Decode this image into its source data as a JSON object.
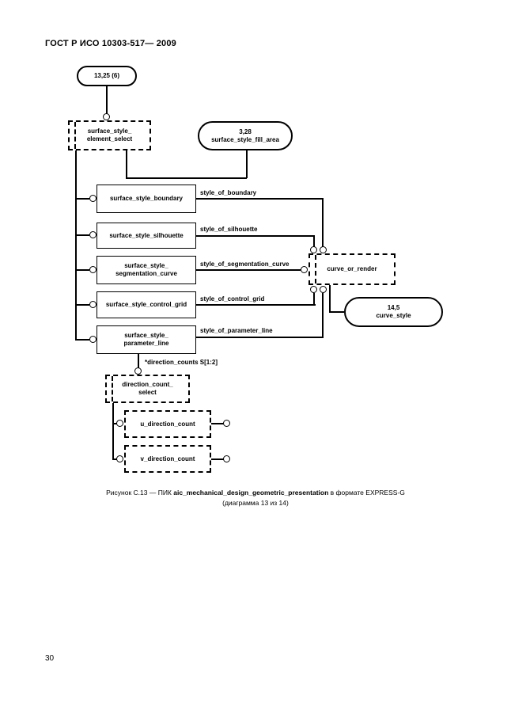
{
  "header": {
    "title": "ГОСТ Р ИСО 10303-517— 2009"
  },
  "footer": {
    "page_number": "30"
  },
  "caption": {
    "prefix": "Рисунок С.13 — ПИК ",
    "entity": "aic_mechanical_design_geometric_presentation",
    "suffix": " в формате EXPRESS-G",
    "line2": "(диаграмма 13 из 14)"
  },
  "diagram": {
    "page_ref_top": "13,25 (6)",
    "fill_area_ref": "3,28",
    "fill_area_name": "surface_style_fill_area",
    "element_select_line1": "surface_style_",
    "element_select_line2": "element_select",
    "boundary_label": "surface_style_boundary",
    "boundary_attr": "style_of_boundary",
    "silhouette_label": "surface_style_silhouette",
    "silhouette_attr": "style_of_silhouette",
    "segmentation_line1": "surface_style_",
    "segmentation_line2": "segmentation_curve",
    "segmentation_attr": "style_of_segmentation_curve",
    "control_grid_label": "surface_style_control_grid",
    "control_grid_attr": "style_of_control_grid",
    "parameter_line_line1": "surface_style_",
    "parameter_line_line2": "parameter_line",
    "parameter_line_attr": "style_of_parameter_line",
    "direction_counts_attr": "*direction_counts S[1:2]",
    "curve_or_render_label": "curve_or_render",
    "curve_style_ref": "14,5",
    "curve_style_name": "curve_style",
    "direction_count_select_line1": "direction_count_",
    "direction_count_select_line2": "select",
    "u_direction_count_label": "u_direction_count",
    "v_direction_count_label": "v_direction_count"
  },
  "colors": {
    "ink": "#000000",
    "paper": "#ffffff"
  }
}
